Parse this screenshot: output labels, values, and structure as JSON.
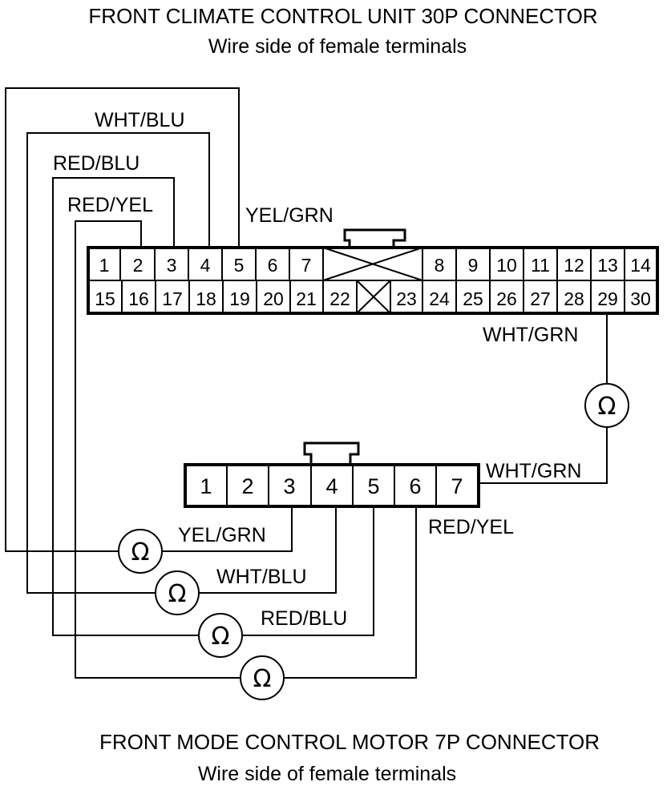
{
  "top_connector": {
    "title": "FRONT CLIMATE CONTROL UNIT 30P CONNECTOR",
    "subtitle": "Wire side of female terminals",
    "row1_left": [
      "1",
      "2",
      "3",
      "4",
      "5",
      "6",
      "7"
    ],
    "row1_right": [
      "8",
      "9",
      "10",
      "11",
      "12",
      "13",
      "14"
    ],
    "row2_left": [
      "15",
      "16",
      "17",
      "18",
      "19",
      "20",
      "21",
      "22"
    ],
    "row2_right": [
      "23",
      "24",
      "25",
      "26",
      "27",
      "28",
      "29",
      "30"
    ]
  },
  "bottom_connector": {
    "title": "FRONT MODE CONTROL MOTOR 7P CONNECTOR",
    "subtitle": "Wire side of female terminals",
    "pins": [
      "1",
      "2",
      "3",
      "4",
      "5",
      "6",
      "7"
    ]
  },
  "wire_labels": {
    "top_wht_blu": "WHT/BLU",
    "top_red_blu": "RED/BLU",
    "top_red_yel": "RED/YEL",
    "top_yel_grn": "YEL/GRN",
    "top_wht_grn": "WHT/GRN",
    "bot_wht_grn": "WHT/GRN",
    "bot_red_yel": "RED/YEL",
    "bot_yel_grn": "YEL/GRN",
    "bot_wht_blu": "WHT/BLU",
    "bot_red_blu": "RED/BLU"
  },
  "ohmmeter_symbol": "Ω"
}
